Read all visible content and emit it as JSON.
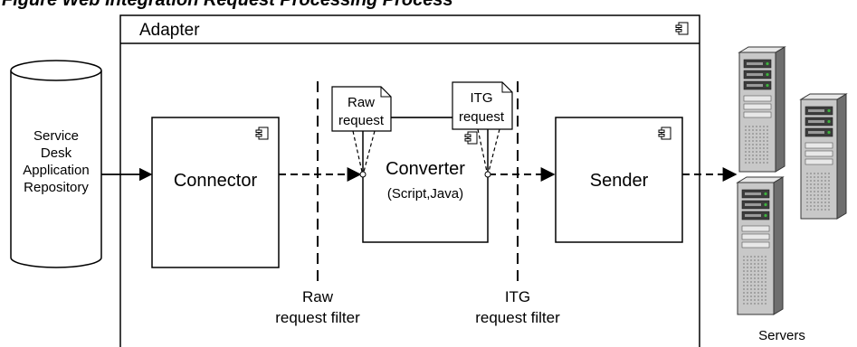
{
  "figure_title": "Figure Web Integration Request Processing Process",
  "adapter": {
    "label": "Adapter"
  },
  "repository": {
    "lines": [
      "Service",
      "Desk",
      "Application",
      "Repository"
    ]
  },
  "connector": {
    "label": "Connector"
  },
  "converter": {
    "label": "Converter",
    "sublabel": "(Script,Java)"
  },
  "sender": {
    "label": "Sender"
  },
  "notes": {
    "raw": [
      "Raw",
      "request"
    ],
    "itg": [
      "ITG",
      "request"
    ]
  },
  "filters": {
    "raw": [
      "Raw",
      "request filter"
    ],
    "itg": [
      "ITG",
      "request filter"
    ]
  },
  "servers": {
    "label": "Servers"
  },
  "colors": {
    "stroke": "#000000",
    "server_body": "#c8c8c8",
    "server_dark": "#6e6e6e",
    "server_light": "#e8e8e8",
    "server_panel": "#3c3c3c",
    "server_led": "#3cb33c"
  }
}
